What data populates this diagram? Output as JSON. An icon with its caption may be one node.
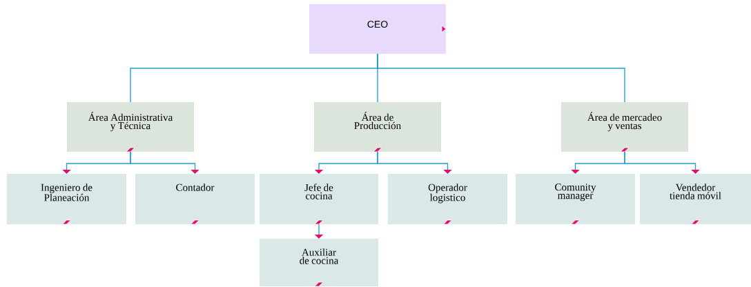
{
  "diagram": {
    "nodes": [
      {
        "text": [
          "CEO"
        ]
      },
      {
        "text": [
          "Área Administrativa y Técnica"
        ]
      },
      {
        "text": [
          "Área de Producción"
        ]
      },
      {
        "text": [
          "Área de mercadeo y ventas"
        ]
      },
      {
        "text": [
          "Ingeniero de Planeación"
        ]
      },
      {
        "text": [
          "Contador"
        ]
      },
      {
        "text": [
          "Jefe de cocina"
        ]
      },
      {
        "text": [
          "Operador logistico"
        ]
      },
      {
        "text": [
          "Comunity manager"
        ]
      },
      {
        "text": [
          "Vendedor tienda móvil"
        ]
      },
      {
        "text": [
          "Auxiliar de cocina"
        ]
      }
    ],
    "edges": [
      {
        "from": 0,
        "to": 1,
        "arrow": "none"
      },
      {
        "from": 0,
        "to": 2,
        "arrow": "none"
      },
      {
        "from": 0,
        "to": 3,
        "arrow": "none"
      },
      {
        "from": 1,
        "to": 4,
        "arrow": "to"
      },
      {
        "from": 1,
        "to": 5,
        "arrow": "to"
      },
      {
        "from": 2,
        "to": 6,
        "arrow": "to"
      },
      {
        "from": 2,
        "to": 7,
        "arrow": "to"
      },
      {
        "from": 3,
        "to": 8,
        "arrow": "to"
      },
      {
        "from": 3,
        "to": 9,
        "arrow": "to"
      },
      {
        "from": 6,
        "to": 10,
        "arrow": "to"
      }
    ]
  }
}
